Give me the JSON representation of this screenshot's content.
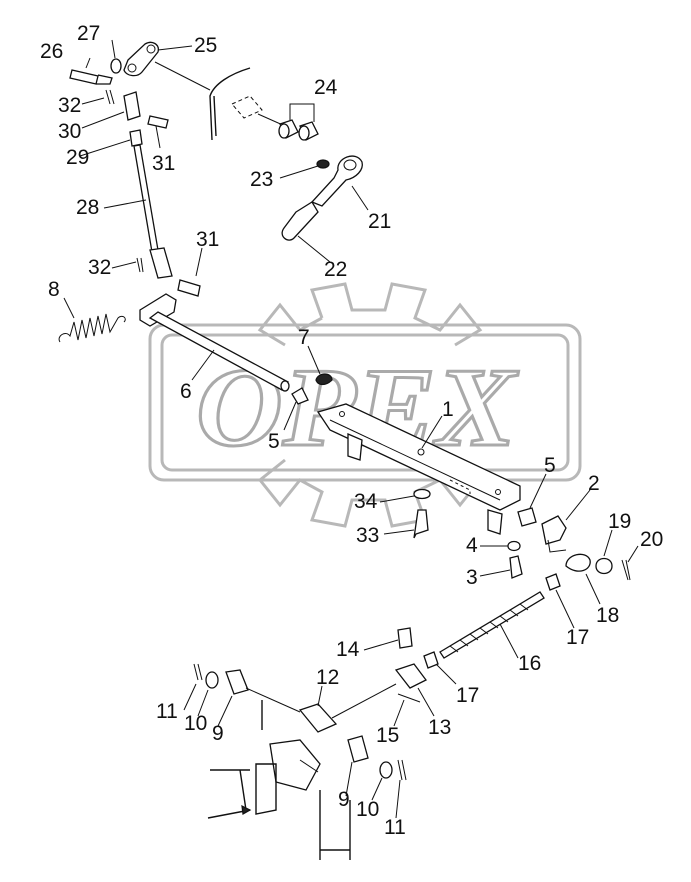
{
  "watermark": {
    "text": "OPEX",
    "color": "#aaaaaa"
  },
  "callouts": [
    {
      "id": "c26",
      "text": "26"
    },
    {
      "id": "c27",
      "text": "27"
    },
    {
      "id": "c25",
      "text": "25"
    },
    {
      "id": "c32a",
      "text": "32"
    },
    {
      "id": "c30",
      "text": "30"
    },
    {
      "id": "c29",
      "text": "29"
    },
    {
      "id": "c31a",
      "text": "31"
    },
    {
      "id": "c24",
      "text": "24"
    },
    {
      "id": "c23",
      "text": "23"
    },
    {
      "id": "c21",
      "text": "21"
    },
    {
      "id": "c28",
      "text": "28"
    },
    {
      "id": "c31b",
      "text": "31"
    },
    {
      "id": "c32b",
      "text": "32"
    },
    {
      "id": "c22",
      "text": "22"
    },
    {
      "id": "c8",
      "text": "8"
    },
    {
      "id": "c7",
      "text": "7"
    },
    {
      "id": "c6",
      "text": "6"
    },
    {
      "id": "c1",
      "text": "1"
    },
    {
      "id": "c5a",
      "text": "5"
    },
    {
      "id": "c5b",
      "text": "5"
    },
    {
      "id": "c2",
      "text": "2"
    },
    {
      "id": "c34",
      "text": "34"
    },
    {
      "id": "c33",
      "text": "33"
    },
    {
      "id": "c19",
      "text": "19"
    },
    {
      "id": "c20",
      "text": "20"
    },
    {
      "id": "c4",
      "text": "4"
    },
    {
      "id": "c3",
      "text": "3"
    },
    {
      "id": "c18",
      "text": "18"
    },
    {
      "id": "c17a",
      "text": "17"
    },
    {
      "id": "c16",
      "text": "16"
    },
    {
      "id": "c14",
      "text": "14"
    },
    {
      "id": "c17b",
      "text": "17"
    },
    {
      "id": "c12",
      "text": "12"
    },
    {
      "id": "c11a",
      "text": "11"
    },
    {
      "id": "c10a",
      "text": "10"
    },
    {
      "id": "c9a",
      "text": "9"
    },
    {
      "id": "c13",
      "text": "13"
    },
    {
      "id": "c15",
      "text": "15"
    },
    {
      "id": "c9b",
      "text": "9"
    },
    {
      "id": "c10b",
      "text": "10"
    },
    {
      "id": "c11b",
      "text": "11"
    }
  ]
}
